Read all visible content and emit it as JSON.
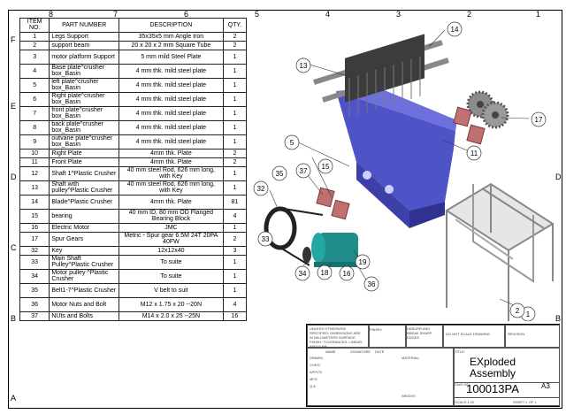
{
  "zones": {
    "top": [
      "8",
      "7",
      "6",
      "5",
      "4",
      "3",
      "2",
      "1"
    ],
    "left": [
      "F",
      "E",
      "D",
      "C",
      "B",
      "A"
    ]
  },
  "bom": {
    "headers": [
      "ITEM NO.",
      "PART NUMBER",
      "DESCRIPTION",
      "QTY."
    ],
    "rows": [
      [
        "1",
        "Legs Support",
        "35x35x5 mm Angle Iron",
        "2"
      ],
      [
        "2",
        "support beam",
        "20 x 20 x 2 mm Square Tube",
        "2"
      ],
      [
        "3",
        "motor platform Support",
        "5 mm mild Steel Plate",
        "1"
      ],
      [
        "4",
        "Base plate^crusher box_Basin",
        "4 mm thk. mild steel plate",
        "1"
      ],
      [
        "5",
        "left plate^crusher box_Basin",
        "4 mm thk. mild steel plate",
        "1"
      ],
      [
        "6",
        "Right plate^crusher box_Basin",
        "4 mm thk. mild steel plate",
        "1"
      ],
      [
        "7",
        "front plate^crusher box_Basin",
        "4 mm thk. mild steel plate",
        "1"
      ],
      [
        "8",
        "back plate^crusher box_Basin",
        "4 mm thk. mild steel plate",
        "1"
      ],
      [
        "9",
        "outvane plate^crusher box_Basin",
        "4 mm thk. mild steel plate",
        "1"
      ],
      [
        "10",
        "Right Plate",
        "4mm thk. Plate",
        "2"
      ],
      [
        "11",
        "Front Plate",
        "4mm thk. Plate",
        "2"
      ],
      [
        "12",
        "Shaft 1^Plastic Crusher",
        "40 mm steel Rod, 626 mm long, with Key",
        "1"
      ],
      [
        "13",
        "Shaft with pulley^Plastic Crusher",
        "40 mm steel Rod, 626 mm long, with Key",
        "1"
      ],
      [
        "14",
        "Blade^Plastic Crusher",
        "4mm thk. Plate",
        "81"
      ],
      [
        "15",
        "bearing",
        "40 mm ID, 80 mm OD Flanged Bearing Block",
        "4"
      ],
      [
        "16",
        "Electric Motor",
        "JMC",
        "1"
      ],
      [
        "17",
        "Spur Gears",
        "Metric - Spur gear 6.5M 24T 20PA 40FW",
        "2"
      ],
      [
        "32",
        "Key",
        "12x12x40",
        "3"
      ],
      [
        "33",
        "Main Shaft Pulley^Plastic Crusher",
        "To suite",
        "1"
      ],
      [
        "34",
        "Motor pulley ^Plastic Crusher",
        "To suite",
        "1"
      ],
      [
        "35",
        "Belt1-7^Plastic Crusher",
        "V belt to suit",
        "1"
      ],
      [
        "36",
        "Motor Nuts and Bolt",
        "M12 x 1.75 x 20 --20N",
        "4"
      ],
      [
        "37",
        "NUts and Bolts",
        "M14 x 2.0 x 25 --25N",
        "16"
      ]
    ]
  },
  "balloons": [
    "1",
    "2",
    "5",
    "11",
    "13",
    "14",
    "15",
    "16",
    "17",
    "18",
    "19",
    "32",
    "33",
    "34",
    "35",
    "36",
    "37"
  ],
  "title_block": {
    "notes": "UNLESS OTHERWISE SPECIFIED: DIMENSIONS ARE IN MILLIMETERS SURFACE FINISH: TOLERANCES: LINEAR: ANGULAR:",
    "finish": "FINISH:",
    "deburr": "DEBURR AND BREAK SHARP EDGES",
    "no_scale": "DO NOT SCALE DRAWING",
    "revision": "REVISION",
    "name_label": "NAME",
    "signature_label": "SIGNATURE",
    "date_label": "DATE",
    "title_label": "TITLE:",
    "drawn": "DRAWN",
    "chkd": "CHK'D",
    "appvd": "APPV'D",
    "mfg": "MFG",
    "qa": "Q.A",
    "material": "MATERIAL:",
    "weight": "WEIGHT:",
    "dwg_no_label": "DWG NO.",
    "scale": "SCALE:1:20",
    "sheet": "SHEET 1 OF 1",
    "title": "EXploded Assembly",
    "dwg_no": "100013PA",
    "size": "A3"
  },
  "colors": {
    "hopper": "#4f53c8",
    "bearing": "#c07070",
    "motor": "#1f8e8a",
    "blades": "#555555",
    "frame": "#999999"
  }
}
